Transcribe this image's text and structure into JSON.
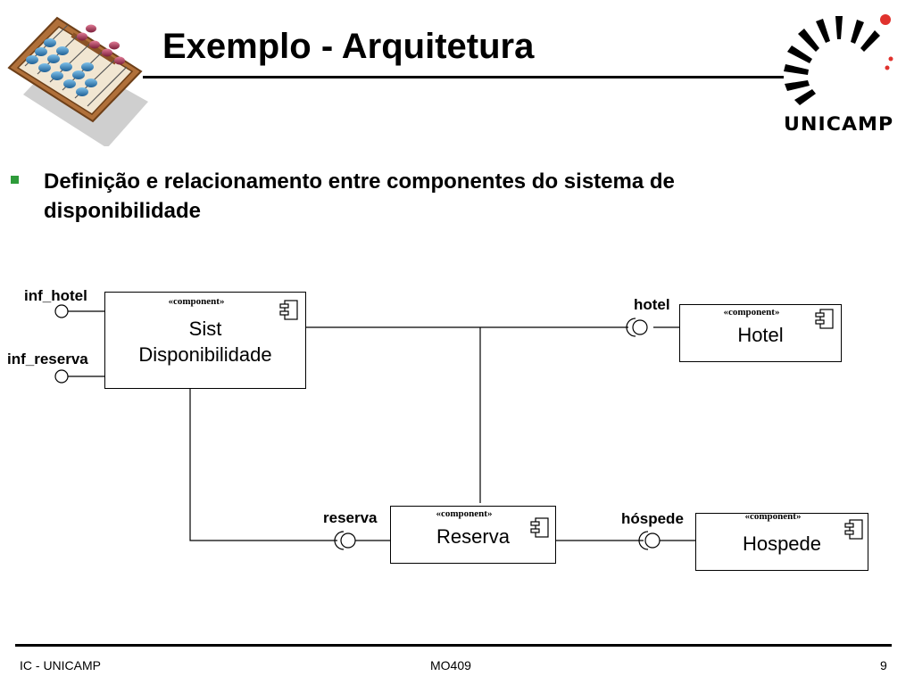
{
  "slide": {
    "title": "Exemplo - Arquitetura",
    "bullet": "Definição e relacionamento entre componentes do sistema de disponibilidade"
  },
  "logo": {
    "text": "UNICAMP",
    "icon": "unicamp-sun-logo",
    "dot_color": "#e0322d"
  },
  "decor": {
    "icon": "abacus-icon",
    "colors": {
      "frame": "#b0703a",
      "blue_beads": "#2b74b0",
      "red_beads": "#9b2a4a"
    }
  },
  "diagram": {
    "components": [
      {
        "id": "sist",
        "stereotype": "«component»",
        "name_lines": [
          "Sist",
          "Disponibilidade"
        ]
      },
      {
        "id": "hotel",
        "stereotype": "«component»",
        "name_lines": [
          "Hotel"
        ]
      },
      {
        "id": "reserva",
        "stereotype": "«component»",
        "name_lines": [
          "Reserva"
        ]
      },
      {
        "id": "hospede",
        "stereotype": "«component»",
        "name_lines": [
          "Hospede"
        ]
      }
    ],
    "interfaces": [
      {
        "id": "inf_hotel",
        "label": "inf_hotel",
        "kind": "provided",
        "owner": "sist"
      },
      {
        "id": "inf_reserva",
        "label": "inf_reserva",
        "kind": "provided",
        "owner": "sist"
      },
      {
        "id": "hotel",
        "label": "hotel",
        "kind": "assembly",
        "owner": "hotel"
      },
      {
        "id": "reserva",
        "label": "reserva",
        "kind": "assembly",
        "owner": "reserva"
      },
      {
        "id": "hospede",
        "label": "hóspede",
        "kind": "assembly",
        "owner": "hospede"
      }
    ],
    "connections": [
      {
        "from": "sist",
        "to": "hotel",
        "via": "hotel"
      },
      {
        "from": "sist",
        "to": "reserva",
        "via": "reserva"
      },
      {
        "from": "reserva",
        "to": "hotel",
        "via": "hotel"
      },
      {
        "from": "reserva",
        "to": "hospede",
        "via": "hospede"
      }
    ]
  },
  "footer": {
    "left": "IC - UNICAMP",
    "center": "MO409",
    "right": "9"
  }
}
